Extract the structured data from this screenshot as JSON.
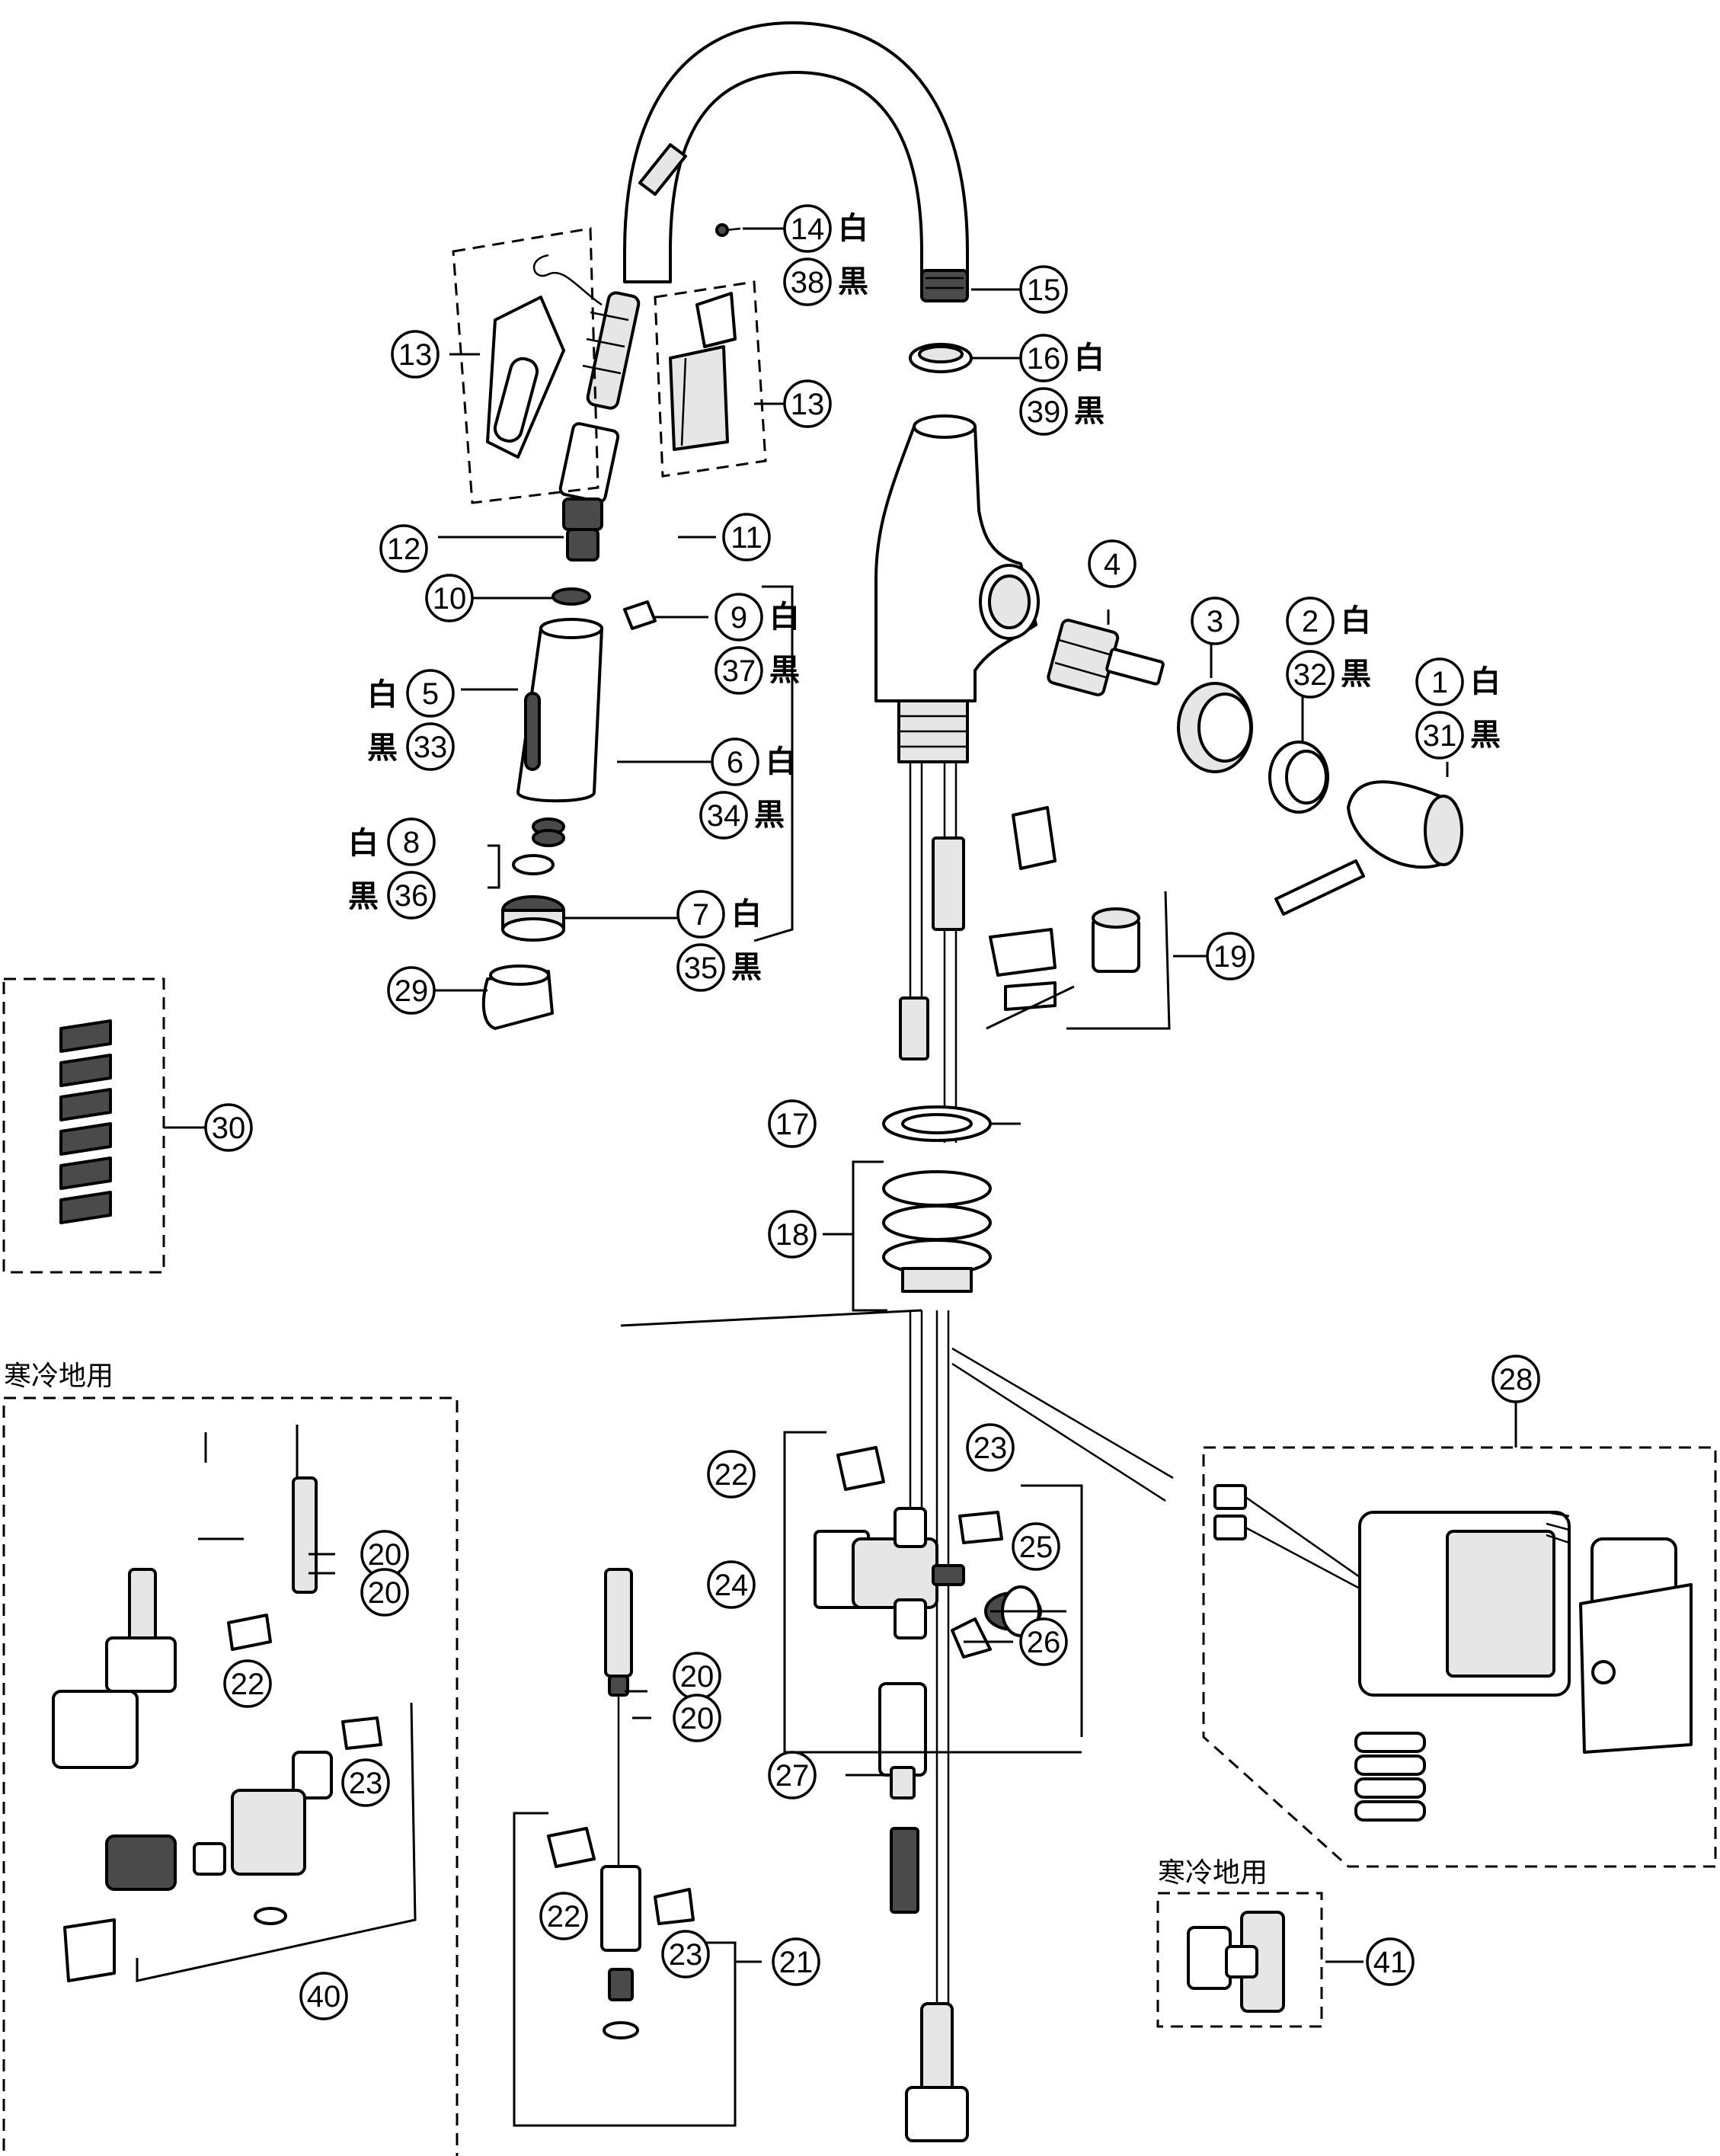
{
  "diagram": {
    "type": "exploded-parts-diagram",
    "region_labels": {
      "cold_left": "寒冷地用",
      "cold_right": "寒冷地用"
    },
    "color_suffix": {
      "white": "白",
      "black": "黒"
    },
    "callouts": [
      {
        "id": "c1",
        "number": "1",
        "suffix": "白"
      },
      {
        "id": "c31",
        "number": "31",
        "suffix": "黒"
      },
      {
        "id": "c2",
        "number": "2",
        "suffix": "白"
      },
      {
        "id": "c32",
        "number": "32",
        "suffix": "黒"
      },
      {
        "id": "c3",
        "number": "3",
        "suffix": ""
      },
      {
        "id": "c4",
        "number": "4",
        "suffix": ""
      },
      {
        "id": "c5",
        "number": "5",
        "suffix": "白"
      },
      {
        "id": "c33",
        "number": "33",
        "suffix": "黒"
      },
      {
        "id": "c6",
        "number": "6",
        "suffix": "白"
      },
      {
        "id": "c34",
        "number": "34",
        "suffix": "黒"
      },
      {
        "id": "c7",
        "number": "7",
        "suffix": "白"
      },
      {
        "id": "c35",
        "number": "35",
        "suffix": "黒"
      },
      {
        "id": "c8",
        "number": "8",
        "suffix": "白"
      },
      {
        "id": "c36",
        "number": "36",
        "suffix": "黒"
      },
      {
        "id": "c9",
        "number": "9",
        "suffix": "白"
      },
      {
        "id": "c37",
        "number": "37",
        "suffix": "黒"
      },
      {
        "id": "c10",
        "number": "10",
        "suffix": ""
      },
      {
        "id": "c11",
        "number": "11",
        "suffix": ""
      },
      {
        "id": "c12",
        "number": "12",
        "suffix": ""
      },
      {
        "id": "c13a",
        "number": "13",
        "suffix": ""
      },
      {
        "id": "c13b",
        "number": "13",
        "suffix": ""
      },
      {
        "id": "c14",
        "number": "14",
        "suffix": "白"
      },
      {
        "id": "c38",
        "number": "38",
        "suffix": "黒"
      },
      {
        "id": "c15",
        "number": "15",
        "suffix": ""
      },
      {
        "id": "c16",
        "number": "16",
        "suffix": "白"
      },
      {
        "id": "c39",
        "number": "39",
        "suffix": "黒"
      },
      {
        "id": "c17",
        "number": "17",
        "suffix": ""
      },
      {
        "id": "c18",
        "number": "18",
        "suffix": ""
      },
      {
        "id": "c19",
        "number": "19",
        "suffix": ""
      },
      {
        "id": "c20a",
        "number": "20",
        "suffix": ""
      },
      {
        "id": "c20b",
        "number": "20",
        "suffix": ""
      },
      {
        "id": "c20c",
        "number": "20",
        "suffix": ""
      },
      {
        "id": "c20d",
        "number": "20",
        "suffix": ""
      },
      {
        "id": "c21",
        "number": "21",
        "suffix": ""
      },
      {
        "id": "c22a",
        "number": "22",
        "suffix": ""
      },
      {
        "id": "c22b",
        "number": "22",
        "suffix": ""
      },
      {
        "id": "c22c",
        "number": "22",
        "suffix": ""
      },
      {
        "id": "c23a",
        "number": "23",
        "suffix": ""
      },
      {
        "id": "c23b",
        "number": "23",
        "suffix": ""
      },
      {
        "id": "c23c",
        "number": "23",
        "suffix": ""
      },
      {
        "id": "c24",
        "number": "24",
        "suffix": ""
      },
      {
        "id": "c25",
        "number": "25",
        "suffix": ""
      },
      {
        "id": "c26",
        "number": "26",
        "suffix": ""
      },
      {
        "id": "c27",
        "number": "27",
        "suffix": ""
      },
      {
        "id": "c28",
        "number": "28",
        "suffix": ""
      },
      {
        "id": "c29",
        "number": "29",
        "suffix": ""
      },
      {
        "id": "c30",
        "number": "30",
        "suffix": ""
      },
      {
        "id": "c40",
        "number": "40",
        "suffix": ""
      },
      {
        "id": "c41",
        "number": "41",
        "suffix": ""
      }
    ]
  }
}
